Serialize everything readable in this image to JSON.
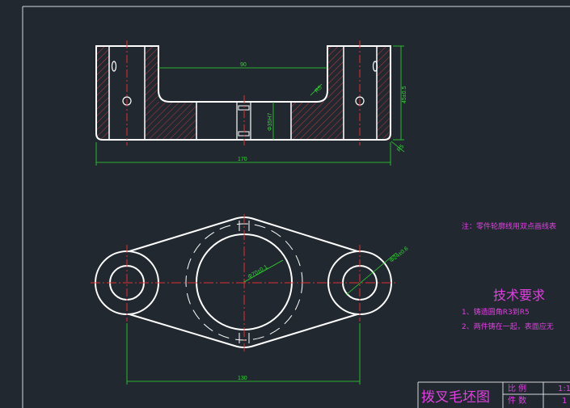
{
  "drawing": {
    "dims": {
      "top_inner_width": "90",
      "top_overall_width": "170",
      "right_height": "45±0.5",
      "center_bore": "Φ35H7",
      "bottom_center_distance": "130",
      "small_radius": "R5",
      "corner_r": "R5",
      "large_dia": "Φ70±0.1",
      "small_dia": "Φ24±0.6"
    },
    "note": "注：零件轮廓线用双点画线表",
    "tech": {
      "title": "技术要求",
      "item1": "1、铸造圆角R3到R5",
      "item2": "2、两件铸在一起，表面应无"
    },
    "title_block": {
      "name": "拨叉毛坯图",
      "label_scale": "比 例",
      "value_scale": "1:1",
      "label_count": "件 数",
      "value_count": "1"
    }
  }
}
